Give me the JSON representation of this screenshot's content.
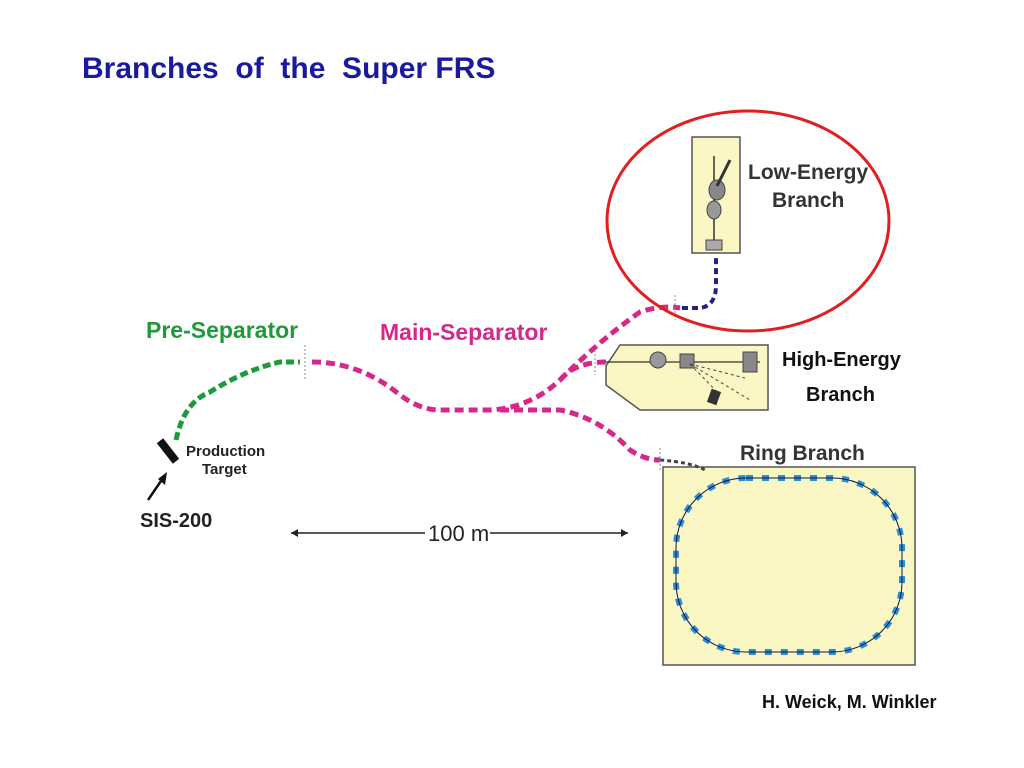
{
  "title": "Branches  of  the  Super FRS",
  "labels": {
    "pre_separator": "Pre-Separator",
    "main_separator": "Main-Separator",
    "production": "Production",
    "target": "Target",
    "sis": "SIS-200",
    "scale": "100 m",
    "low_energy_1": "Low-Energy",
    "low_energy_2": "Branch",
    "high_energy_1": "High-Energy",
    "high_energy_2": "Branch",
    "ring_branch": "Ring Branch"
  },
  "credit": "H. Weick, M. Winkler",
  "colors": {
    "title": "#1a1a9c",
    "pre_separator": "#1f9a3a",
    "main_separator": "#d6288a",
    "low_energy_line": "#23237a",
    "ring_magnets": "#2a8fd0",
    "area_fill": "#fbf7c4",
    "highlight_circle": "#e02020"
  }
}
